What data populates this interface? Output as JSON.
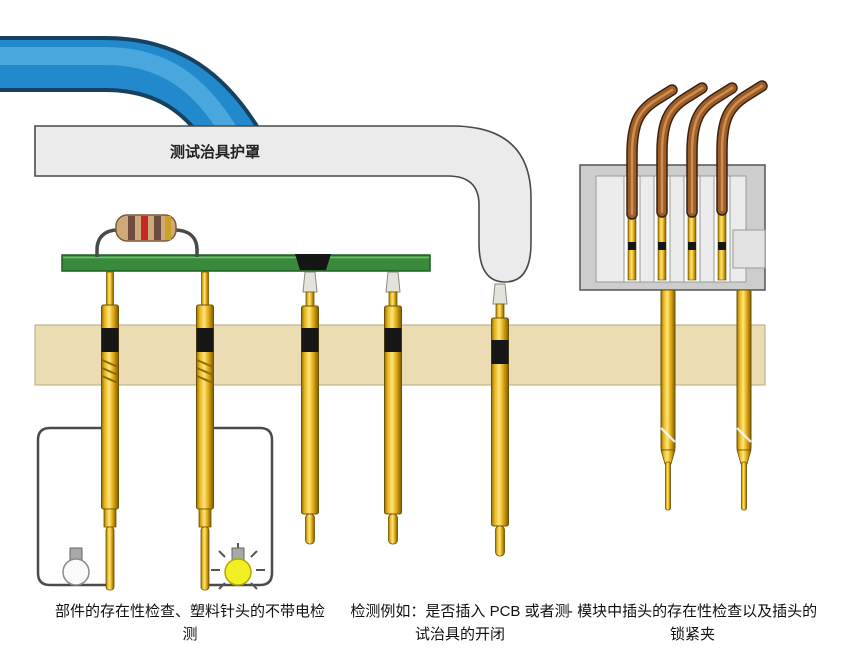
{
  "diagram": {
    "shield_label": "测试治具护罩",
    "captions": {
      "left": "部件的存在性检查、塑料针头的不带电检测",
      "middle": "检测例如：是否插入 PCB 或者测试治具的开闭",
      "right": "- 模块中插头的存在性检查以及插头的锁紧夹"
    },
    "colors": {
      "tube_blue": "#2289cc",
      "shield_gray": "#ebebeb",
      "pcb_green": "#3a8a3c",
      "probe_gold": "#e8b822",
      "plate_tan": "#ecdcb4",
      "copper_pin": "#9c5e28",
      "bulb_off": "#fafafa",
      "bulb_on": "#f3ef25"
    },
    "counts": {
      "main_probes": 5,
      "module_pins": 4,
      "module_probes": 2
    }
  }
}
